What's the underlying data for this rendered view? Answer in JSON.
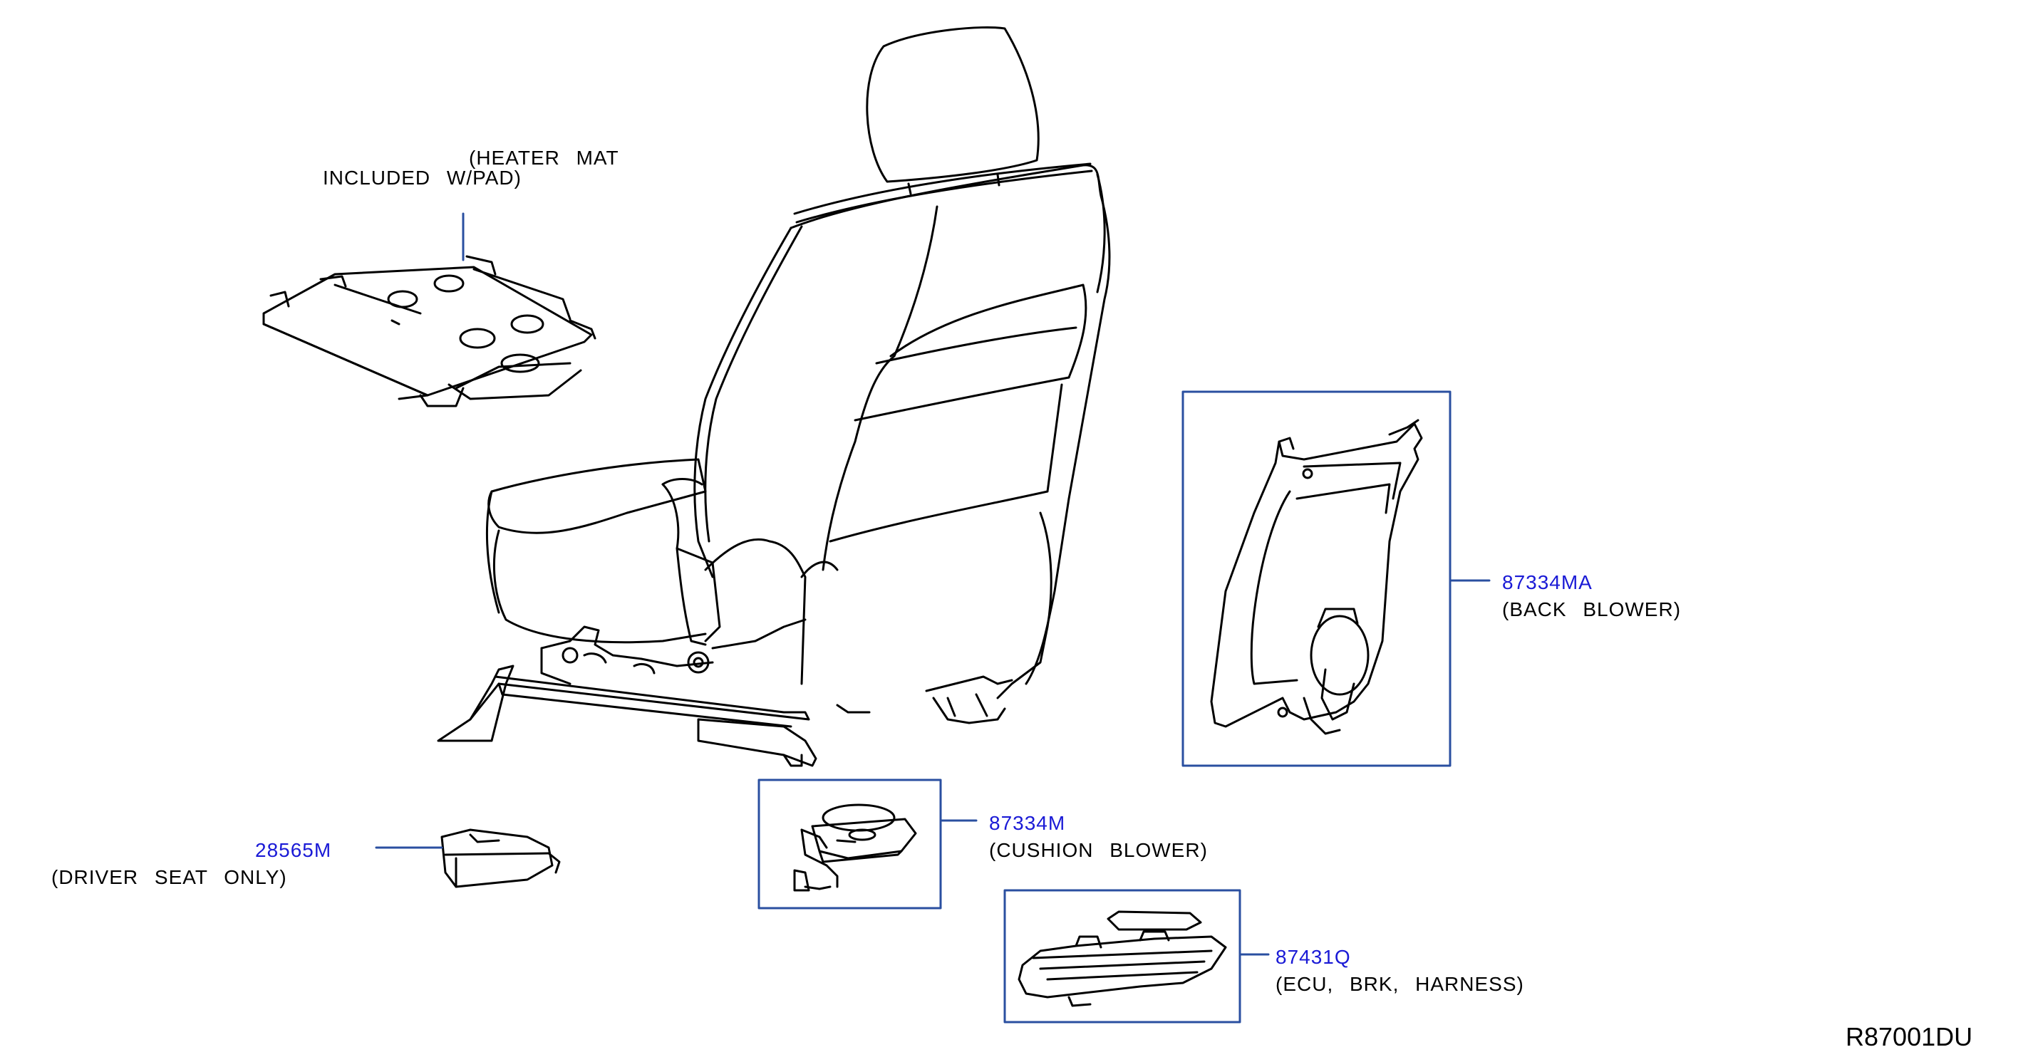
{
  "colors": {
    "part_number": "#1a1ad6",
    "callout_box": "#2a4fa0",
    "leader_line": "#2a4fa0",
    "drawing": "#000000",
    "background": "#ffffff"
  },
  "callouts": {
    "heater_mat": {
      "note_line1": "(HEATER  MAT",
      "note_line2": "INCLUDED  W/PAD)"
    },
    "back_blower": {
      "part_number": "87334MA",
      "note": "(BACK  BLOWER)"
    },
    "cushion_blower": {
      "part_number": "87334M",
      "note": "(CUSHION  BLOWER)"
    },
    "driver_seat_module": {
      "part_number": "28565M",
      "note": "(DRIVER  SEAT  ONLY)"
    },
    "ecu_harness": {
      "part_number": "87431Q",
      "note": "(ECU,  BRK,  HARNESS)"
    }
  },
  "diagram_reference": "R87001DU"
}
